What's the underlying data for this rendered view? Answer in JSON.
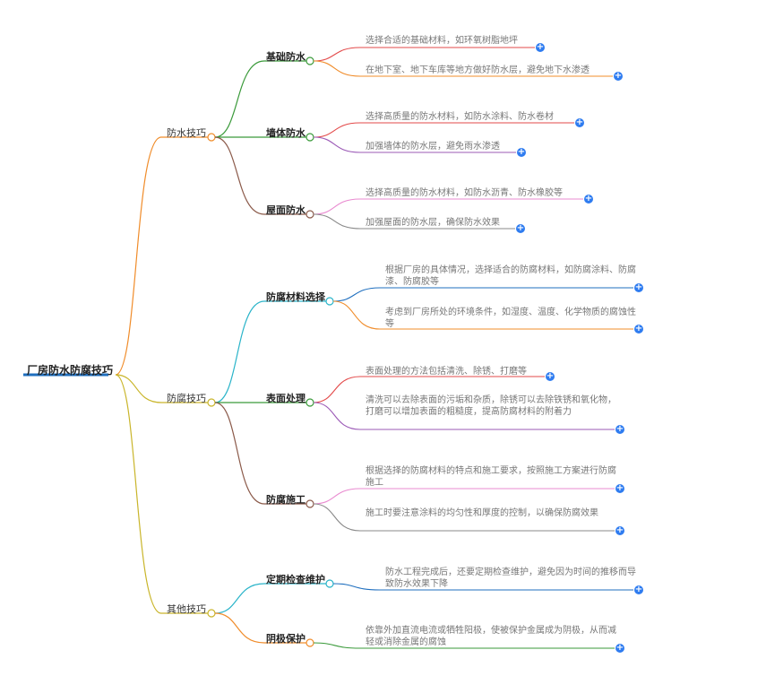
{
  "root": {
    "label": "厂房防水防腐技巧"
  },
  "colors": {
    "link": "#2f7cf0",
    "root_underline": "#1f6fbf"
  },
  "branches": [
    {
      "label": "防水技巧",
      "color": "#f08c2a",
      "children": [
        {
          "label": "基础防水",
          "color": "#3a9a3a",
          "leaves": [
            {
              "text": "选择合适的基础材料，如环氧树脂地坪",
              "color": "#e34a4a"
            },
            {
              "text": "在地下室、地下车库等地方做好防水层，避免地下水渗透",
              "color": "#f08c2a"
            }
          ]
        },
        {
          "label": "墙体防水",
          "color": "#3a9a3a",
          "leaves": [
            {
              "text": "选择高质量的防水材料，如防水涂料、防水卷材",
              "color": "#e34a4a"
            },
            {
              "text": "加强墙体的防水层，避免雨水渗透",
              "color": "#9b59b6"
            }
          ]
        },
        {
          "label": "屋面防水",
          "color": "#8b5a4a",
          "leaves": [
            {
              "text": "选择高质量的防水材料，如防水沥青、防水橡胶等",
              "color": "#e98bd0"
            },
            {
              "text": "加强屋面的防水层，确保防水效果",
              "color": "#888888"
            }
          ]
        }
      ]
    },
    {
      "label": "防腐技巧",
      "color": "#c9b52a",
      "children": [
        {
          "label": "防腐材料选择",
          "color": "#2ab4c9",
          "leaves": [
            {
              "text": "根据厂房的具体情况，选择适合的防腐材料，如防腐涂料、防腐漆、防腐胶等",
              "color": "#1f6fbf"
            },
            {
              "text": "考虑到厂房所处的环境条件，如湿度、温度、化学物质的腐蚀性等",
              "color": "#f08c2a"
            }
          ]
        },
        {
          "label": "表面处理",
          "color": "#3a9a3a",
          "leaves": [
            {
              "text": "表面处理的方法包括清洗、除锈、打磨等",
              "color": "#e34a4a"
            },
            {
              "text": "清洗可以去除表面的污垢和杂质，除锈可以去除铁锈和氧化物，打磨可以增加表面的粗糙度，提高防腐材料的附着力",
              "color": "#9b59b6"
            }
          ]
        },
        {
          "label": "防腐施工",
          "color": "#8b5a4a",
          "leaves": [
            {
              "text": "根据选择的防腐材料的特点和施工要求，按照施工方案进行防腐施工",
              "color": "#e98bd0"
            },
            {
              "text": "施工时要注意涂料的均匀性和厚度的控制，以确保防腐效果",
              "color": "#888888"
            }
          ]
        }
      ]
    },
    {
      "label": "其他技巧",
      "color": "#c9b52a",
      "children": [
        {
          "label": "定期检查维护",
          "color": "#2ab4c9",
          "leaves": [
            {
              "text": "防水工程完成后，还要定期检查维护，避免因为时间的推移而导致防水效果下降",
              "color": "#1f6fbf"
            }
          ]
        },
        {
          "label": "阴极保护",
          "color": "#f08c2a",
          "leaves": [
            {
              "text": "依靠外加直流电流或牺牲阳极，使被保护金属成为阴极，从而减轻或消除金属的腐蚀",
              "color": "#3a9a3a"
            }
          ]
        }
      ]
    }
  ]
}
